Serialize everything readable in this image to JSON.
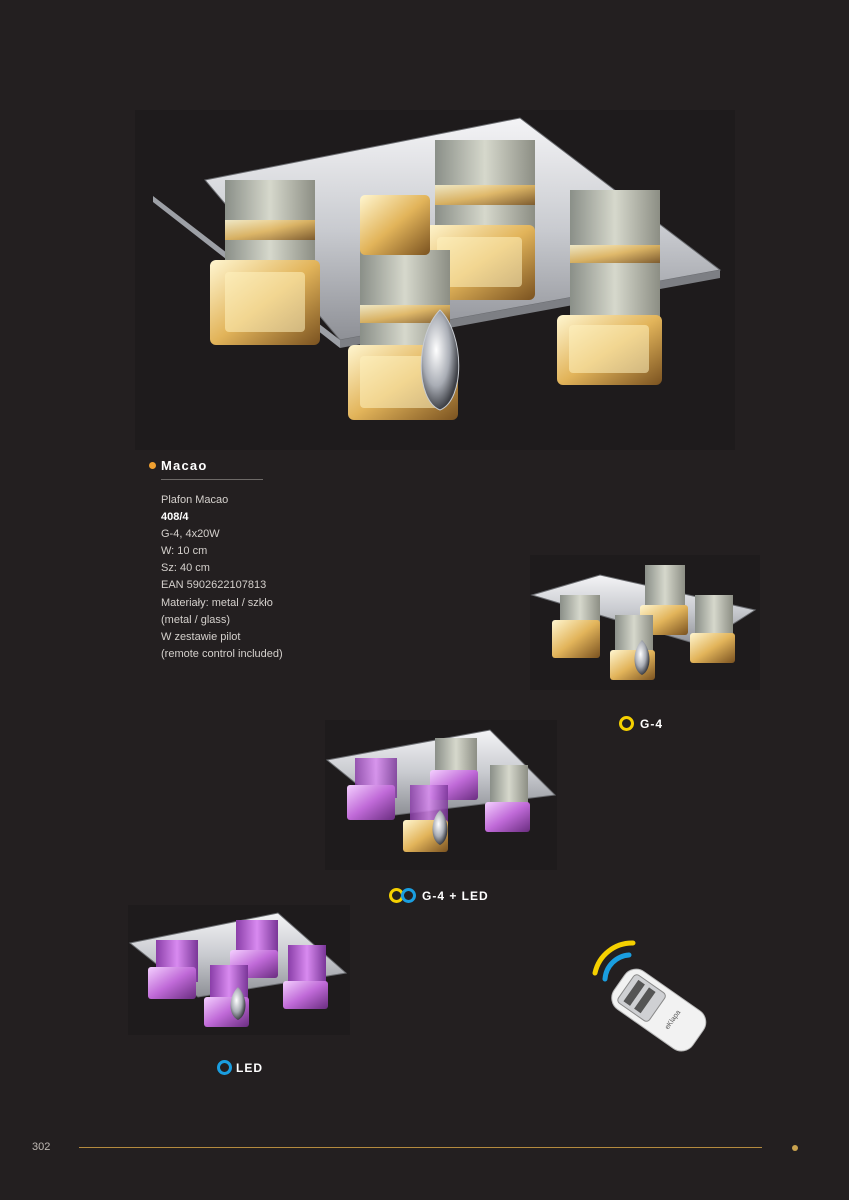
{
  "product": {
    "name": "Macao",
    "specs": [
      "Plafon Macao",
      "408/4",
      "G-4, 4x20W",
      "W: 10 cm",
      "Sz: 40 cm",
      "EAN 5902622107813",
      "Materiały: metal / szkło",
      "(metal / glass)",
      "W zestawie pilot",
      "(remote control included)"
    ]
  },
  "variants": {
    "g4": "G-4",
    "g4_led": "G-4 + LED",
    "led": "LED"
  },
  "remote": {
    "brand": "eKlapa"
  },
  "footer": {
    "page_number": "302"
  },
  "colors": {
    "background": "#231f20",
    "accent_gold": "#c9a24e",
    "title_dot": "#f0a030",
    "g4_ring": "#f5d000",
    "led_ring": "#1a9ee0"
  }
}
